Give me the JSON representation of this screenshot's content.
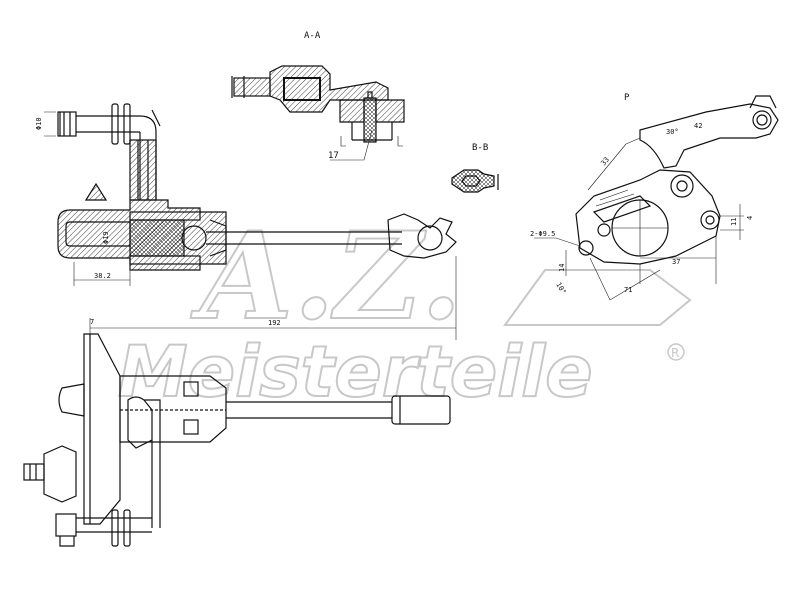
{
  "watermark": {
    "initials": "A.Z.",
    "brand": "Meisterteile",
    "registered_mark": "R"
  },
  "sections": {
    "section_aa": "A-A",
    "section_bb": "B-B",
    "view_p": "P"
  },
  "labels": {
    "phi10": "Φ10",
    "phi19": "Φ19",
    "dim_38_2": "38.2",
    "dim_192": "192",
    "dim_7": "7",
    "callout_17": "17",
    "dim_33": "33",
    "dim_42": "42",
    "dim_37": "37",
    "dim_71": "71",
    "dim_2phi9_5": "2-Φ9.5",
    "dim_14": "14",
    "dim_11": "11",
    "dim_4": "4",
    "angle_30": "30°",
    "angle_10": "10°"
  },
  "colors": {
    "line": "#111111",
    "watermark": "#c8c8c8",
    "background": "#ffffff"
  }
}
